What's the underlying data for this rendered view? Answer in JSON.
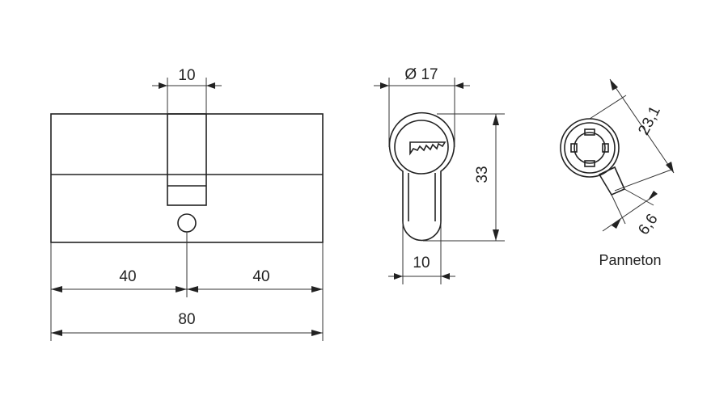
{
  "front_view": {
    "cam_width_label": "10",
    "left_length_label": "40",
    "right_length_label": "40",
    "total_length_label": "80"
  },
  "profile_view": {
    "diameter_label": "Ø 17",
    "height_label": "33",
    "width_label": "10"
  },
  "cam_view": {
    "diagonal_label": "23,1",
    "cam_width_label": "6,6",
    "caption": "Panneton"
  },
  "colors": {
    "line": "#222222",
    "background": "#ffffff"
  }
}
